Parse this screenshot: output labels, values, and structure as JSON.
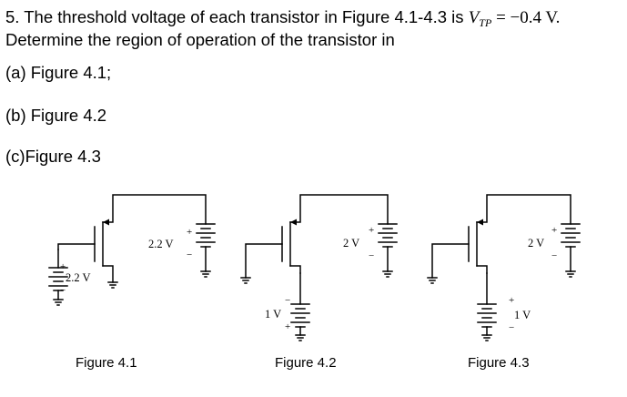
{
  "problem": {
    "line1_text": "5. The threshold voltage of each transistor in Figure 4.1-4.3 is ",
    "vtp_symbol": "V",
    "vtp_subscript": "TP",
    "vtp_value": " = −0.4 V.",
    "line2": "Determine the region of operation of the transistor in",
    "parts": [
      "(a) Figure 4.1;",
      "(b) Figure 4.2",
      "(c)Figure 4.3"
    ]
  },
  "figures": [
    {
      "caption": "Figure 4.1",
      "gate_source": "2.2 V",
      "drain_source": "2.2 V"
    },
    {
      "caption": "Figure 4.2",
      "source_source": "1 V",
      "drain_source": "2 V"
    },
    {
      "caption": "Figure 4.3",
      "source_source": "1 V",
      "drain_source": "2 V"
    }
  ],
  "signs": {
    "plus": "+",
    "minus": "−"
  },
  "colors": {
    "ink": "#000000",
    "background": "#ffffff"
  }
}
